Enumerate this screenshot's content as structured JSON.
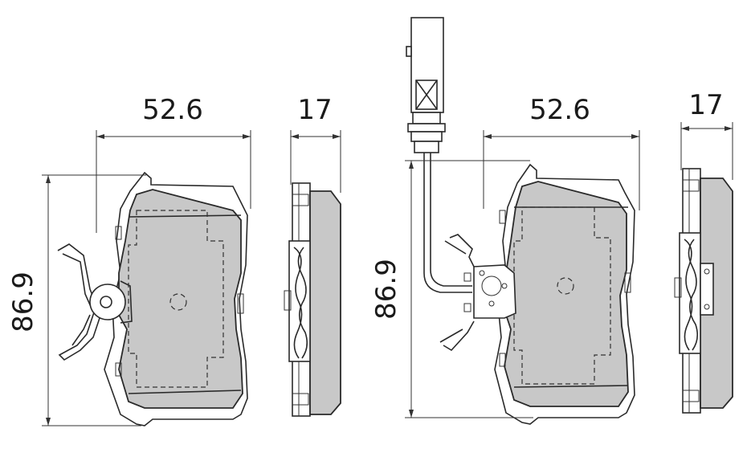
{
  "dimensions": {
    "left_width": "52.6",
    "left_thickness": "17",
    "left_height": "86.9",
    "right_width": "52.6",
    "right_thickness": "17",
    "right_height": "86.9"
  },
  "colors": {
    "line": "#2a2a2a",
    "friction_material": "#c8c8c8",
    "background": "#ffffff"
  }
}
